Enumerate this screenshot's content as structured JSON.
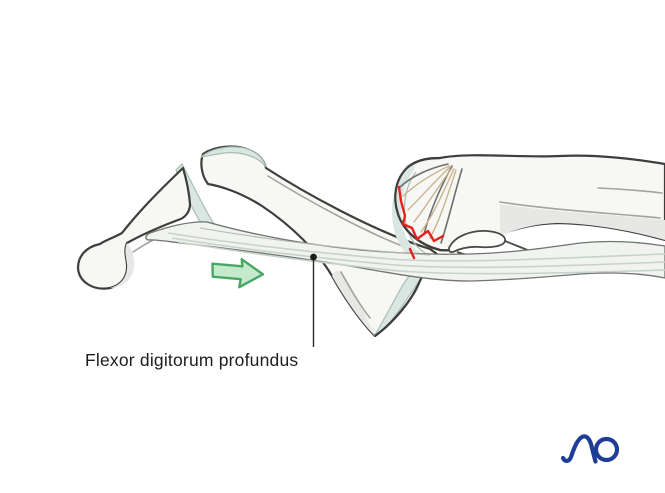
{
  "figure": {
    "caption_label": "Flexor digitorum profundus",
    "logo_text": "AO",
    "icons": {
      "arrow": "right-block-arrow",
      "leader": "dot-leader-line"
    },
    "colors": {
      "outline": "#3f3e3c",
      "bone_fill": "#f7f7f5",
      "bone_shade": "#e7e7e5",
      "cartilage": "#d9e6e1",
      "cartilage_edge": "#a8bdb3",
      "tendon_fill": "#f0f3f0",
      "tendon_line": "#c6d2ca",
      "tendon_edge": "#70756f",
      "fiber": "#c9b48e",
      "fracture_red": "#e4211c",
      "arrow_fill": "#c5e9cd",
      "arrow_stroke": "#4aa763",
      "logo_blue": "#1e3d96",
      "label_color": "#1d1d1b"
    }
  }
}
